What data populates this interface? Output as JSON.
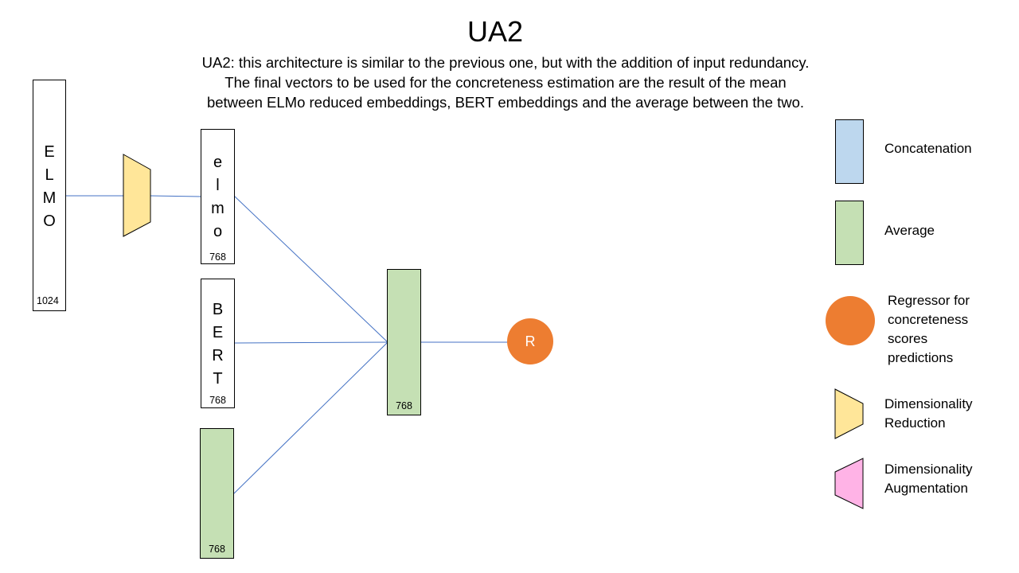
{
  "title": "UA2",
  "description": [
    "UA2: this architecture is similar to the previous one, but with the addition of input redundancy.",
    "The final vectors to be used for the concreteness estimation are the result of the mean",
    "between ELMo reduced embeddings,  BERT embeddings  and the average between the two."
  ],
  "diagram": {
    "elmo_input": {
      "letters": [
        "E",
        "L",
        "M",
        "O"
      ],
      "dim": "1024"
    },
    "elmo_reduced": {
      "letters": [
        "e",
        "l",
        "m",
        "o"
      ],
      "dim": "768"
    },
    "bert": {
      "letters": [
        "B",
        "E",
        "R",
        "T"
      ],
      "dim": "768"
    },
    "average_input": {
      "dim": "768"
    },
    "average_output": {
      "dim": "768"
    },
    "regressor": {
      "label": "R"
    }
  },
  "legend": {
    "concatenation": "Concatenation",
    "average": "Average",
    "regressor": [
      "Regressor for",
      "concreteness",
      "scores",
      "predictions"
    ],
    "dim_reduction": [
      "Dimensionality",
      "Reduction"
    ],
    "dim_augmentation": [
      "Dimensionality",
      "Augmentation"
    ]
  },
  "colors": {
    "concatenation": "#bdd7ee",
    "average": "#c5e0b4",
    "regressor": "#ed7d31",
    "dim_reduction": "#ffe699",
    "dim_augmentation": "#ffb3e6",
    "connector": "#4472c4"
  }
}
